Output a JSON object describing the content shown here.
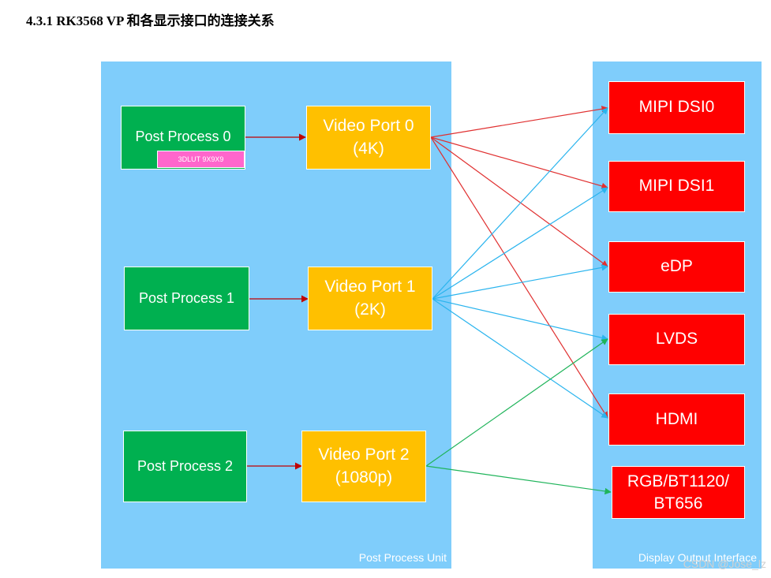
{
  "heading": "4.3.1 RK3568 VP 和各显示接口的连接关系",
  "panels": {
    "left_label": "Post Process Unit",
    "right_label": "Display Output Interface"
  },
  "post_process": [
    {
      "label": "Post Process 0"
    },
    {
      "label": "Post Process 1"
    },
    {
      "label": "Post Process 2"
    }
  ],
  "lut_label": "3DLUT 9X9X9",
  "video_ports": [
    {
      "name": "Video Port 0",
      "res": "(4K)"
    },
    {
      "name": "Video Port 1",
      "res": "(2K)"
    },
    {
      "name": "Video Port 2",
      "res": "(1080p)"
    }
  ],
  "outputs": [
    {
      "label": "MIPI DSI0"
    },
    {
      "label": "MIPI DSI1"
    },
    {
      "label": "eDP"
    },
    {
      "label": "LVDS"
    },
    {
      "label": "HDMI"
    },
    {
      "label": "RGB/BT1120/\nBT656"
    }
  ],
  "colors": {
    "vp0_links": "#e03030",
    "vp1_links": "#2ab4ee",
    "vp2_links": "#1fb45a",
    "pp_links": "#c00000"
  },
  "links": {
    "vp0": [
      "MIPI DSI0",
      "MIPI DSI1",
      "eDP",
      "HDMI"
    ],
    "vp1": [
      "MIPI DSI0",
      "MIPI DSI1",
      "eDP",
      "LVDS",
      "HDMI"
    ],
    "vp2": [
      "LVDS",
      "RGB/BT1120/BT656"
    ]
  },
  "watermark": "CSDN @Jose_lz"
}
